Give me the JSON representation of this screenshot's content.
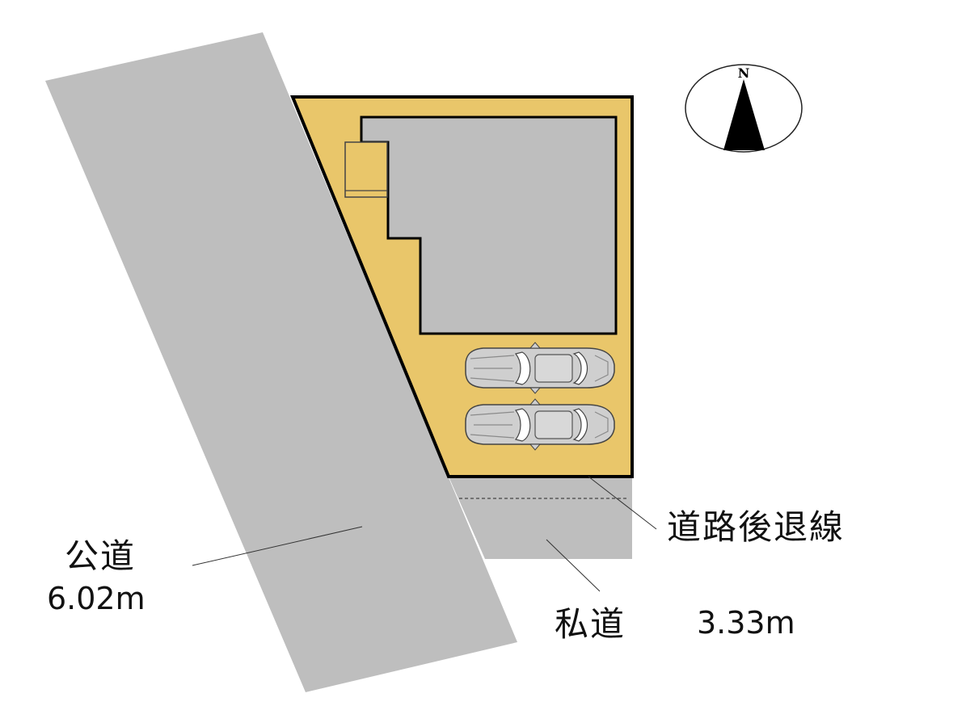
{
  "compass": {
    "north_label": "N"
  },
  "roads": {
    "public": {
      "name": "公道",
      "width": "6.02m"
    },
    "private": {
      "name": "私道",
      "width": "3.33m"
    }
  },
  "setback_line": {
    "label": "道路後退線"
  },
  "parking": {
    "car_count": 2
  },
  "colors": {
    "road": "#bebebe",
    "lot": "#e9c66a",
    "building": "#bebebe",
    "outline": "#000000"
  }
}
